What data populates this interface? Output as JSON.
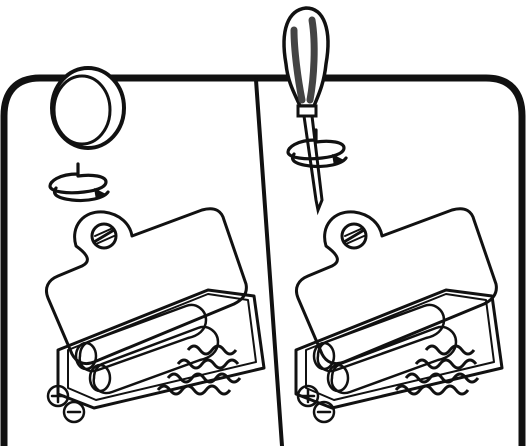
{
  "diagram": {
    "type": "battery-cover-instructions",
    "panels": [
      {
        "id": "left",
        "tool": "coin-icon",
        "action": "rotate-counterclockwise",
        "polarity": {
          "plus": "+",
          "minus": "−"
        }
      },
      {
        "id": "right",
        "tool": "screwdriver-icon",
        "action": "rotate-counterclockwise",
        "polarity": {
          "plus": "+",
          "minus": "−"
        }
      }
    ],
    "colors": {
      "ink": "#111111",
      "paper": "#ffffff",
      "handle_shade": "#444444"
    }
  }
}
